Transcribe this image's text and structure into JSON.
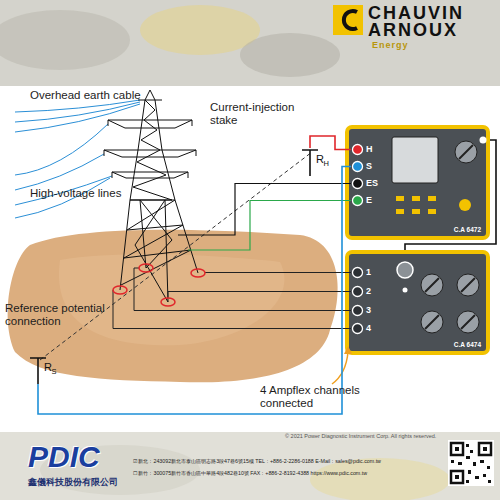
{
  "diagram": {
    "nodes": [
      {
        "text": [
          "C.A 6472"
        ]
      },
      {
        "text": [
          "H"
        ],
        "in": 0
      },
      {
        "text": [
          "S"
        ],
        "in": 0
      },
      {
        "text": [
          "ES"
        ],
        "in": 0
      },
      {
        "text": [
          "E"
        ],
        "in": 0
      },
      {
        "text": [
          "C.A 6474"
        ]
      },
      {
        "text": [
          "1"
        ],
        "in": 5
      },
      {
        "text": [
          "2"
        ],
        "in": 5
      },
      {
        "text": [
          "3"
        ],
        "in": 5
      },
      {
        "text": [
          "4"
        ],
        "in": 5
      },
      {
        "text": [
          "R",
          "H"
        ]
      },
      {
        "text": [
          "R",
          "S"
        ]
      }
    ],
    "edges": [
      {
        "from": 1,
        "to": 10,
        "arrow": "none"
      },
      {
        "from": 2,
        "to": 11,
        "arrow": "none"
      },
      {
        "from": 0,
        "to": 5,
        "arrow": "none"
      }
    ],
    "labels": [
      "CHAUVIN",
      "ARNOUX",
      "Energy",
      "Overhead earth cable",
      "Current-injection stake",
      "High-voltage lines",
      "Reference potential connection",
      "4 Ampflex channels connected",
      "© 2021 Power Diagnostic Instrument Corp. All rights reserved.",
      "PDIC",
      "鑫儀科技股份有限公司",
      "☑ 新北：243092新北市泰山區明志路3段47巷6號15樓 TEL：+886-2-2286-0188 E-Mail：sales@pdic.com.tw",
      "☐ 新竹：300075新竹市香山區中華路4段482巷10號 FAX：+886-2-8192-4388 https://www.pdic.com.tw"
    ]
  }
}
